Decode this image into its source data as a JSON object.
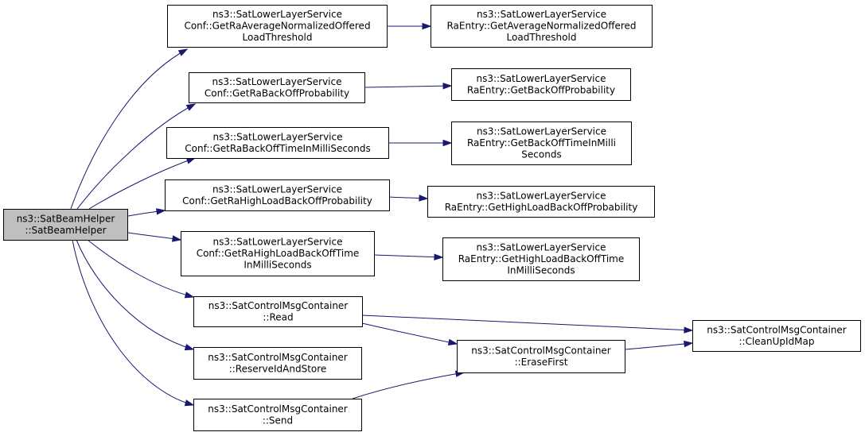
{
  "nodes": [
    {
      "id": "root",
      "lines": [
        "ns3::SatBeamHelper",
        "::SatBeamHelper"
      ],
      "root": true
    },
    {
      "id": "n1",
      "lines": [
        "ns3::SatLowerLayerService",
        "Conf::GetRaAverageNormalizedOffered",
        "LoadThreshold"
      ]
    },
    {
      "id": "n2",
      "lines": [
        "ns3::SatLowerLayerService",
        "RaEntry::GetAverageNormalizedOffered",
        "LoadThreshold"
      ]
    },
    {
      "id": "n3",
      "lines": [
        "ns3::SatLowerLayerService",
        "Conf::GetRaBackOffProbability"
      ]
    },
    {
      "id": "n4",
      "lines": [
        "ns3::SatLowerLayerService",
        "RaEntry::GetBackOffProbability"
      ]
    },
    {
      "id": "n5",
      "lines": [
        "ns3::SatLowerLayerService",
        "Conf::GetRaBackOffTimeInMilliSeconds"
      ]
    },
    {
      "id": "n6",
      "lines": [
        "ns3::SatLowerLayerService",
        "RaEntry::GetBackOffTimeInMilli",
        "Seconds"
      ]
    },
    {
      "id": "n7",
      "lines": [
        "ns3::SatLowerLayerService",
        "Conf::GetRaHighLoadBackOffProbability"
      ]
    },
    {
      "id": "n8",
      "lines": [
        "ns3::SatLowerLayerService",
        "RaEntry::GetHighLoadBackOffProbability"
      ]
    },
    {
      "id": "n9",
      "lines": [
        "ns3::SatLowerLayerService",
        "Conf::GetRaHighLoadBackOffTime",
        "InMilliSeconds"
      ]
    },
    {
      "id": "n10",
      "lines": [
        "ns3::SatLowerLayerService",
        "RaEntry::GetHighLoadBackOffTime",
        "InMilliSeconds"
      ]
    },
    {
      "id": "n11",
      "lines": [
        "ns3::SatControlMsgContainer",
        "::Read"
      ]
    },
    {
      "id": "n12",
      "lines": [
        "ns3::SatControlMsgContainer",
        "::ReserveIdAndStore"
      ]
    },
    {
      "id": "n13",
      "lines": [
        "ns3::SatControlMsgContainer",
        "::Send"
      ]
    },
    {
      "id": "n14",
      "lines": [
        "ns3::SatControlMsgContainer",
        "::EraseFirst"
      ]
    },
    {
      "id": "n15",
      "lines": [
        "ns3::SatControlMsgContainer",
        "::CleanUpIdMap"
      ]
    }
  ],
  "edges": [
    {
      "from": "root",
      "to": "n1"
    },
    {
      "from": "root",
      "to": "n3"
    },
    {
      "from": "root",
      "to": "n5"
    },
    {
      "from": "root",
      "to": "n7"
    },
    {
      "from": "root",
      "to": "n9"
    },
    {
      "from": "root",
      "to": "n11"
    },
    {
      "from": "root",
      "to": "n12"
    },
    {
      "from": "root",
      "to": "n13"
    },
    {
      "from": "n1",
      "to": "n2"
    },
    {
      "from": "n3",
      "to": "n4"
    },
    {
      "from": "n5",
      "to": "n6"
    },
    {
      "from": "n7",
      "to": "n8"
    },
    {
      "from": "n9",
      "to": "n10"
    },
    {
      "from": "n11",
      "to": "n15"
    },
    {
      "from": "n11",
      "to": "n14"
    },
    {
      "from": "n13",
      "to": "n14"
    },
    {
      "from": "n14",
      "to": "n15"
    }
  ],
  "colors": {
    "edge": "#191970",
    "root_fill": "#bfbfbf",
    "node_fill": "#ffffff",
    "border": "#000000"
  }
}
